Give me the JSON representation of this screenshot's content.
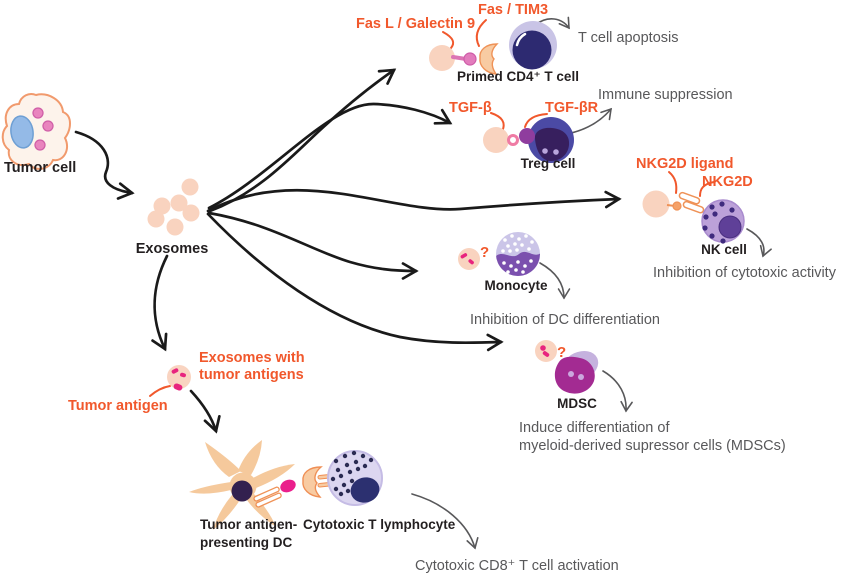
{
  "colors": {
    "accent_orange": "#F1582C",
    "outcome_gray": "#58585A",
    "label_black": "#231F20",
    "exosome_peach": "#F9D3BF",
    "tumor_cell_fill": "#FDF3EB",
    "tumor_cell_stroke": "#F19A6D",
    "magenta_antigen": "#EA1F8C",
    "pink_ligand": "#E27CBC",
    "navy_nucleus": "#2D2A71",
    "lavender": "#C9C4E6",
    "treg_blue": "#4B4AA5",
    "treg_inner": "#371F5E",
    "nk_purple": "#BCA1D9",
    "nk_nucleus": "#5F4098",
    "monocyte_top": "#CBC5E8",
    "monocyte_bottom": "#7B50AE",
    "mdsc_magenta": "#A32B92",
    "mdsc_halo": "#C5B2DE",
    "dc_peach": "#F5C99C",
    "receptor_orange": "#EF9257"
  },
  "nodes": {
    "tumor_cell": {
      "label": "Tumor cell"
    },
    "exosomes": {
      "label": "Exosomes"
    },
    "primed_t_cell": {
      "ligand": "Fas L / Galectin 9",
      "receptor": "Fas / TIM3",
      "label": "Primed CD4⁺ T cell",
      "outcome": "T cell apoptosis"
    },
    "treg_cell": {
      "ligand": "TGF-β",
      "receptor": "TGF-βR",
      "label": "Treg cell",
      "outcome": "Immune suppression"
    },
    "nk_cell": {
      "ligand": "NKG2D ligand",
      "receptor": "NKG2D",
      "label": "NK cell",
      "outcome": "Inhibition of cytotoxic activity"
    },
    "monocyte": {
      "unknown_marker": "?",
      "label": "Monocyte",
      "outcome": "Inhibition of  DC differentiation"
    },
    "mdsc": {
      "unknown_marker": "?",
      "label": "MDSC",
      "outcome_line1": "Induce differentiation of",
      "outcome_line2": "myeloid-derived supressor cells (MDSCs)"
    },
    "exosomes_with_antigens": {
      "label_line1": "Exosomes with",
      "label_line2": "tumor antigens",
      "antigen_label": "Tumor antigen"
    },
    "dendritic_cell": {
      "label_line1": "Tumor antigen-",
      "label_line2": "presenting DC"
    },
    "cytotoxic_t": {
      "label": "Cytotoxic T lymphocyte",
      "outcome": "Cytotoxic CD8⁺ T cell activation"
    }
  }
}
